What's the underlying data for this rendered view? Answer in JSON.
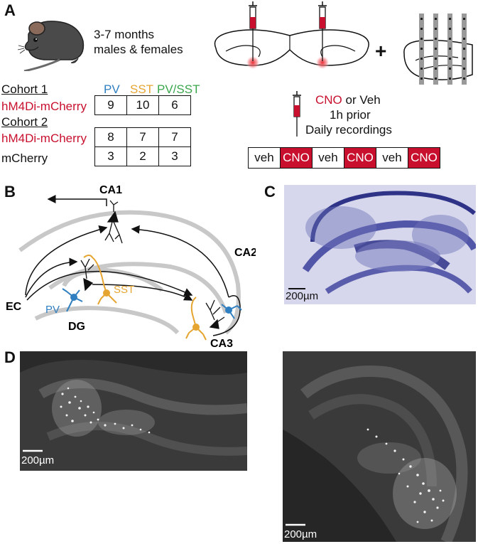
{
  "panelA": {
    "letter": "A",
    "mouse_text_line1": "3-7 months",
    "mouse_text_line2": "males & females",
    "plus": "+",
    "cohort1": {
      "label": "Cohort 1",
      "headers": [
        "PV",
        "SST",
        "PV/SST"
      ],
      "rows": [
        {
          "label": "hM4Di-mCherry",
          "values": [
            "9",
            "10",
            "6"
          ]
        }
      ]
    },
    "cohort2": {
      "label": "Cohort 2",
      "rows": [
        {
          "label": "hM4Di-mCherry",
          "values": [
            "8",
            "7",
            "7"
          ]
        },
        {
          "label": "mCherry",
          "values": [
            "3",
            "2",
            "3"
          ]
        }
      ]
    },
    "cno_line1_a": "CNO",
    "cno_line1_b": " or Veh",
    "cno_line2": "1h prior",
    "cno_line3": "Daily recordings",
    "schedule": [
      "veh",
      "CNO",
      "veh",
      "CNO",
      "veh",
      "CNO"
    ]
  },
  "panelB": {
    "letter": "B",
    "labels": {
      "ca1": "CA1",
      "ca2": "CA2",
      "ca3": "CA3",
      "dg": "DG",
      "ec": "EC",
      "pv": "PV",
      "sst": "SST"
    },
    "colors": {
      "pv": "#2f7fc1",
      "sst": "#e6a531",
      "pyramidal": "#111111",
      "hippocampus": "#c8c8c8"
    }
  },
  "panelC": {
    "letter": "C",
    "scalebar": "200µm",
    "stain_color": "#3b3f9c"
  },
  "panelD": {
    "letter": "D",
    "scalebar_left": "200µm",
    "scalebar_right": "200µm"
  }
}
